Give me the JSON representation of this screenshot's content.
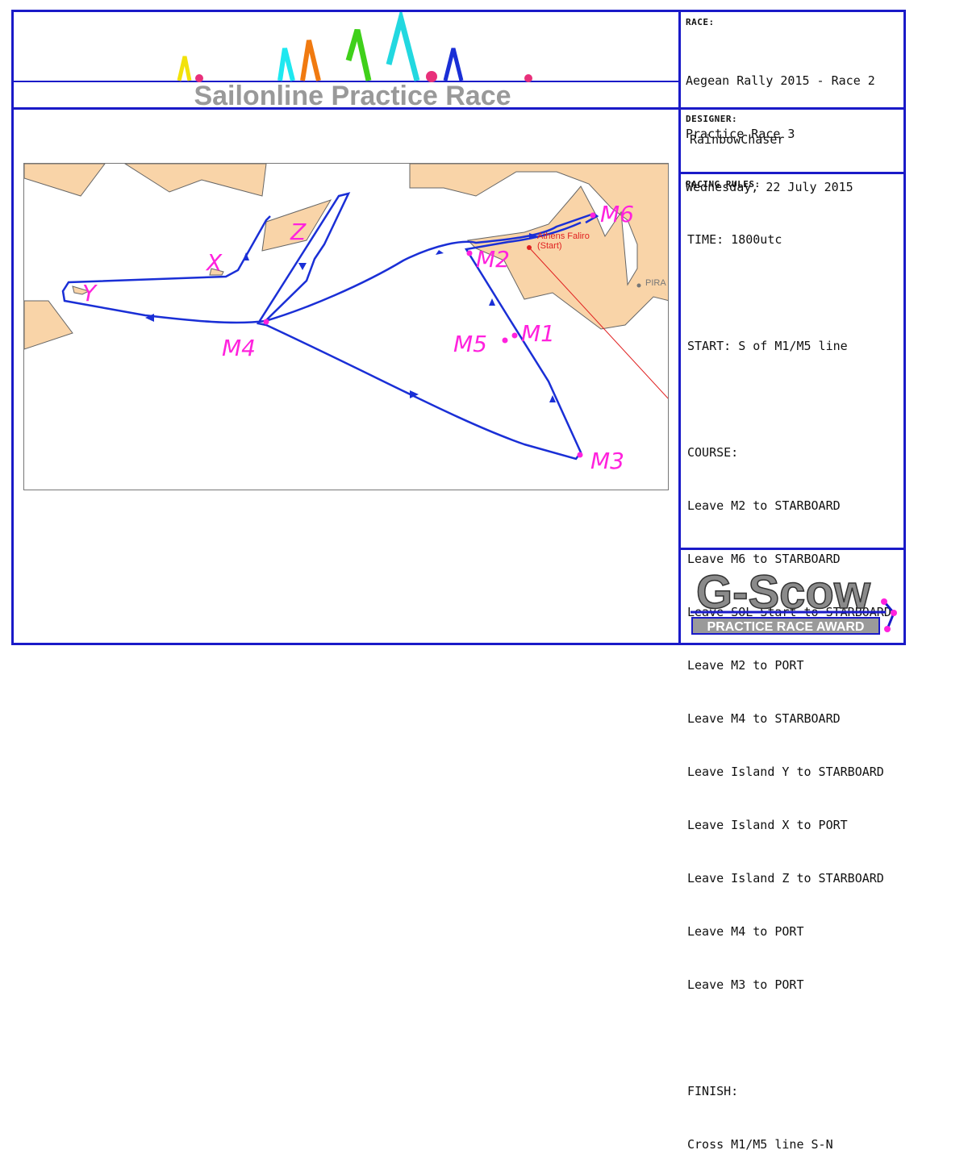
{
  "header": {
    "title": "Sailonline Practice Race"
  },
  "race_panel": {
    "label": "RACE:",
    "lines": [
      "Aegean Rally 2015 - Race 2",
      "Practice Race 3",
      "Wednesday, 22 July 2015"
    ]
  },
  "designer_panel": {
    "label": "DESIGNER:",
    "name": "RainbowChaser"
  },
  "rules_panel": {
    "label": "RACING RULES:",
    "time": "TIME: 1800utc",
    "start": "START: S of M1/M5 line",
    "course_label": "COURSE:",
    "course": [
      "Leave M2 to STARBOARD",
      "Leave M6 to STARBOARD",
      "Leave SOL Start to STARBOARD",
      "Leave M2 to PORT",
      "Leave M4 to STARBOARD",
      "Leave Island Y to STARBOARD",
      "Leave Island X to PORT",
      "Leave Island Z to STARBOARD",
      "Leave M4 to PORT",
      "Leave M3 to PORT"
    ],
    "finish_label": "FINISH:",
    "finish": "Cross M1/M5 line S-N"
  },
  "award": {
    "title": "G-Scow",
    "subtitle": "PRACTICE RACE AWARD"
  },
  "map": {
    "start_label": "Athens Faliro",
    "start_sub": "(Start)",
    "place_label": "PIRA",
    "marks": [
      "M1",
      "M2",
      "M3",
      "M4",
      "M5",
      "M6"
    ],
    "islands": [
      "X",
      "Y",
      "Z"
    ]
  },
  "colors": {
    "border": "#1a1ac8",
    "land": "#f9d4a8",
    "course": "#1a2fd6",
    "mark_label": "#ff22dd",
    "start": "#e02020"
  }
}
